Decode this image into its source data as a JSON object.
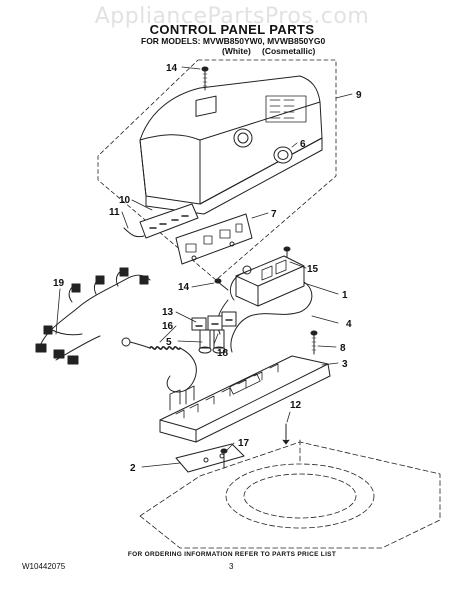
{
  "watermark": "AppliancePartsPros.com",
  "header": {
    "title": "CONTROL PANEL PARTS",
    "models": "FOR MODELS: MVWB850YW0, MVWB850YG0",
    "variant_white": "(White)",
    "variant_cosmetallic": "(Cosmetallic)"
  },
  "callouts": {
    "c1": "1",
    "c2": "2",
    "c3": "3",
    "c4": "4",
    "c5": "5",
    "c6": "6",
    "c7": "7",
    "c8": "8",
    "c9": "9",
    "c10": "10",
    "c11": "11",
    "c12": "12",
    "c13": "13",
    "c14a": "14",
    "c14b": "14",
    "c15": "15",
    "c16": "16",
    "c17": "17",
    "c18": "18",
    "c19": "19"
  },
  "footer": {
    "note": "FOR ORDERING INFORMATION REFER TO PARTS PRICE LIST",
    "doc_number": "W10442075",
    "page_number": "3"
  }
}
